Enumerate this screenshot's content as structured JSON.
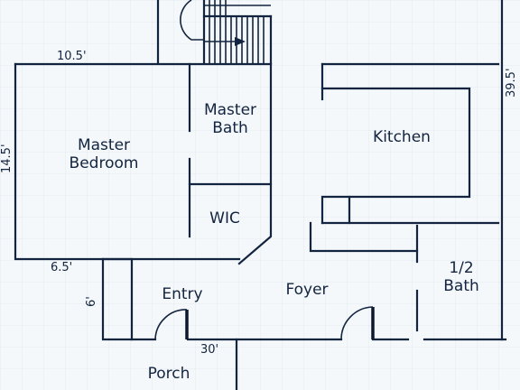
{
  "rooms": {
    "master_bedroom": [
      "Master",
      "Bedroom"
    ],
    "master_bath": [
      "Master",
      "Bath"
    ],
    "wic": "WIC",
    "kitchen": "Kitchen",
    "entry": "Entry",
    "foyer": "Foyer",
    "half_bath": [
      "1/2",
      "Bath"
    ],
    "porch": "Porch"
  },
  "dimensions": {
    "bedroom_width": "10.5'",
    "bedroom_depth": "14.5'",
    "closet_width": "6.5'",
    "entry_depth": "6'",
    "total_width": "30'",
    "total_depth": "39.5'"
  }
}
